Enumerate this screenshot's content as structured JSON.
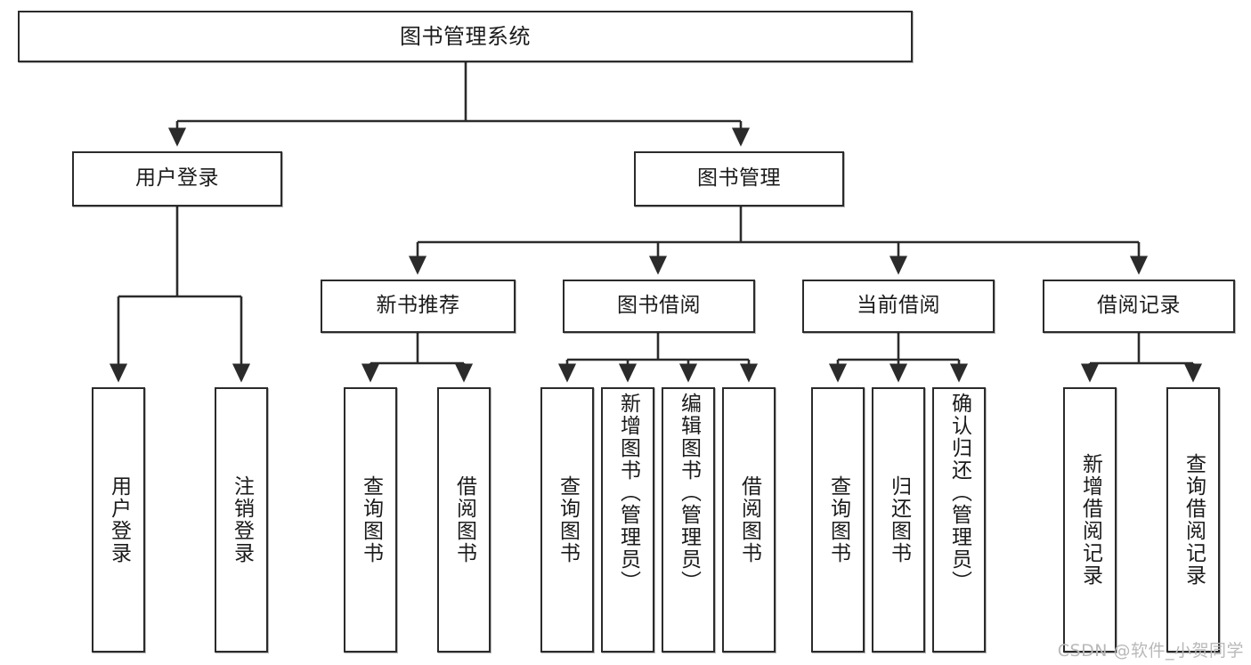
{
  "diagram": {
    "title": "图书管理系统",
    "type": "tree-hierarchy-chart",
    "watermark": "CSDN @软件_小贺同学",
    "colors": {
      "stroke": "#2b2b2b",
      "fill": "#ffffff",
      "text": "#1b1b1b",
      "watermark": "#b9b9b9"
    },
    "root": {
      "label": "图书管理系统"
    },
    "level2": [
      {
        "label": "用户登录"
      },
      {
        "label": "图书管理"
      }
    ],
    "level3": [
      {
        "label": "新书推荐"
      },
      {
        "label": "图书借阅"
      },
      {
        "label": "当前借阅"
      },
      {
        "label": "借阅记录"
      }
    ],
    "leaves": {
      "user_login": [
        {
          "label": "用户登录"
        },
        {
          "label": "注销登录"
        }
      ],
      "new_book": [
        {
          "label": "查询图书"
        },
        {
          "label": "借阅图书"
        }
      ],
      "borrow_book": [
        {
          "label": "查询图书"
        },
        {
          "label": "新增图书（管理员）"
        },
        {
          "label": "编辑图书（管理员）"
        },
        {
          "label": "借阅图书"
        }
      ],
      "current_borrow": [
        {
          "label": "查询图书"
        },
        {
          "label": "归还图书"
        },
        {
          "label": "确认归还（管理员）"
        }
      ],
      "borrow_record": [
        {
          "label": "新增借阅记录"
        },
        {
          "label": "查询借阅记录"
        }
      ]
    }
  }
}
